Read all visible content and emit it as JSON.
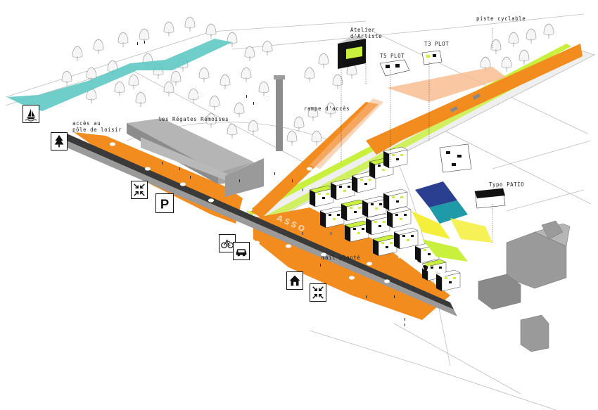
{
  "colors": {
    "orange": "#f28c1e",
    "orange_light": "#f7b98a",
    "lime": "#c8f03c",
    "teal": "#5fc9c4",
    "grey_building": "#9a9a9a",
    "grey_dark": "#6f6f6f",
    "yellow": "#f3ef3a",
    "blue": "#2a3f8f"
  },
  "labels": {
    "acces_loisir": "accès au\npôle de loisir",
    "regates": "les Régates Rémoises",
    "rampe": "rampe d'accès",
    "atelier": "Atelier\nd'Artiste",
    "t5": "T5 PLOT",
    "t3": "T3 PLOT",
    "piste": "piste cyclable",
    "patio": "Typo PATIO",
    "mail": "mail planté",
    "asso": "ASSO",
    "parking": "PARKING"
  },
  "signs": [
    {
      "name": "boat-sign-icon",
      "glyph": "sailboat"
    },
    {
      "name": "tree-sign-icon",
      "glyph": "tree"
    },
    {
      "name": "arrows-in-sign-icon",
      "glyph": "arrows-in"
    },
    {
      "name": "parking-sign-icon",
      "glyph": "P"
    },
    {
      "name": "bicycle-sign-icon",
      "glyph": "bicycle"
    },
    {
      "name": "car-sign-icon",
      "glyph": "car"
    },
    {
      "name": "house-sign-icon",
      "glyph": "house"
    },
    {
      "name": "arrows-in-sign-2-icon",
      "glyph": "arrows-in"
    }
  ]
}
